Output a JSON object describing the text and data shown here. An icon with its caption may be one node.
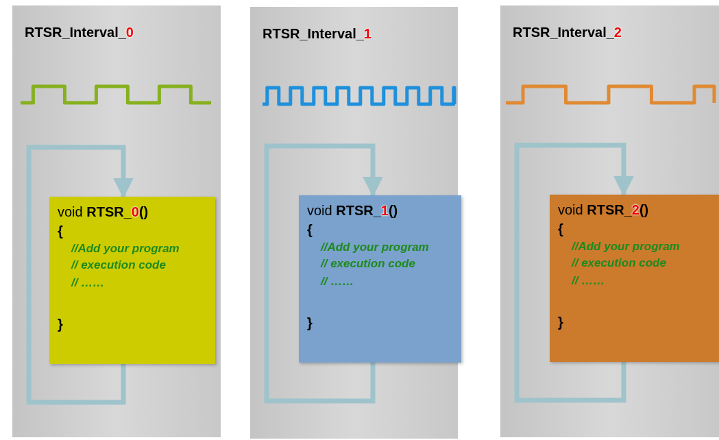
{
  "diagram": {
    "nodes": [
      {
        "text": [
          "RTSR_Interval_0"
        ]
      },
      {
        "text": [
          "void **RTSR_0()**",
          "{",
          "//Add your program",
          "// execution code",
          "// ……",
          "}"
        ],
        "in": 0
      },
      {
        "text": [
          "RTSR_Interval_1"
        ]
      },
      {
        "text": [
          "void **RTSR_1()**",
          "{",
          "//Add your program",
          "// execution code",
          "// ……",
          "}"
        ],
        "in": 2
      },
      {
        "text": [
          "RTSR_Interval_2"
        ]
      },
      {
        "text": [
          "void **RTSR_2()**",
          "{",
          "//Add your program",
          "// execution code",
          "// ……",
          "}"
        ],
        "in": 4
      }
    ],
    "edges": [
      {
        "from": 1,
        "to": 1,
        "arrow": "to"
      },
      {
        "from": 3,
        "to": 3,
        "arrow": "to"
      },
      {
        "from": 5,
        "to": 5,
        "arrow": "to"
      }
    ]
  }
}
